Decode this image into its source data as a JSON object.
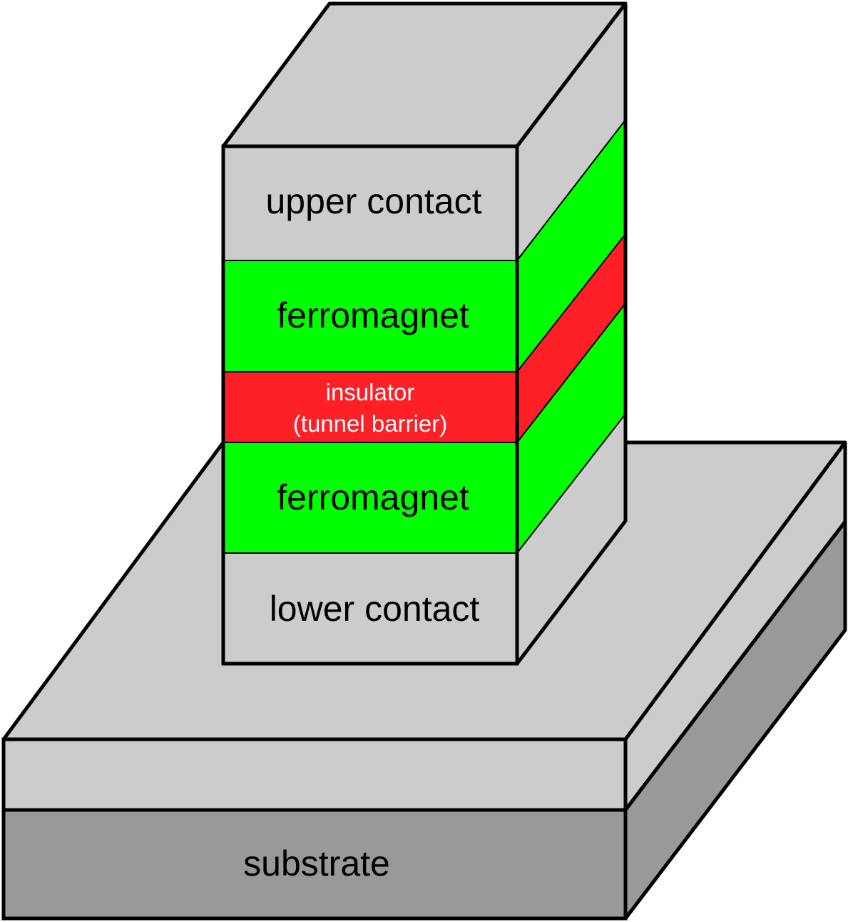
{
  "diagram": {
    "title": "Magnetic tunnel junction layer stack",
    "layers": [
      {
        "id": "upper-contact",
        "label": "upper contact",
        "color": "#cccccc",
        "text_color": "#000000"
      },
      {
        "id": "ferromagnet-top",
        "label": "ferromagnet",
        "color": "#00ff00",
        "text_color": "#000000"
      },
      {
        "id": "insulator",
        "label_line1": "insulator",
        "label_line2": "(tunnel barrier)",
        "color": "#ff1f27",
        "text_color": "#ffffff"
      },
      {
        "id": "ferromagnet-bottom",
        "label": "ferromagnet",
        "color": "#00ff00",
        "text_color": "#000000"
      },
      {
        "id": "lower-contact",
        "label": "lower contact",
        "color": "#cccccc",
        "text_color": "#000000"
      }
    ],
    "base": {
      "contact_slab_color": "#cccccc",
      "substrate_label": "substrate",
      "substrate_color": "#999999"
    },
    "outline_color": "#000000"
  }
}
